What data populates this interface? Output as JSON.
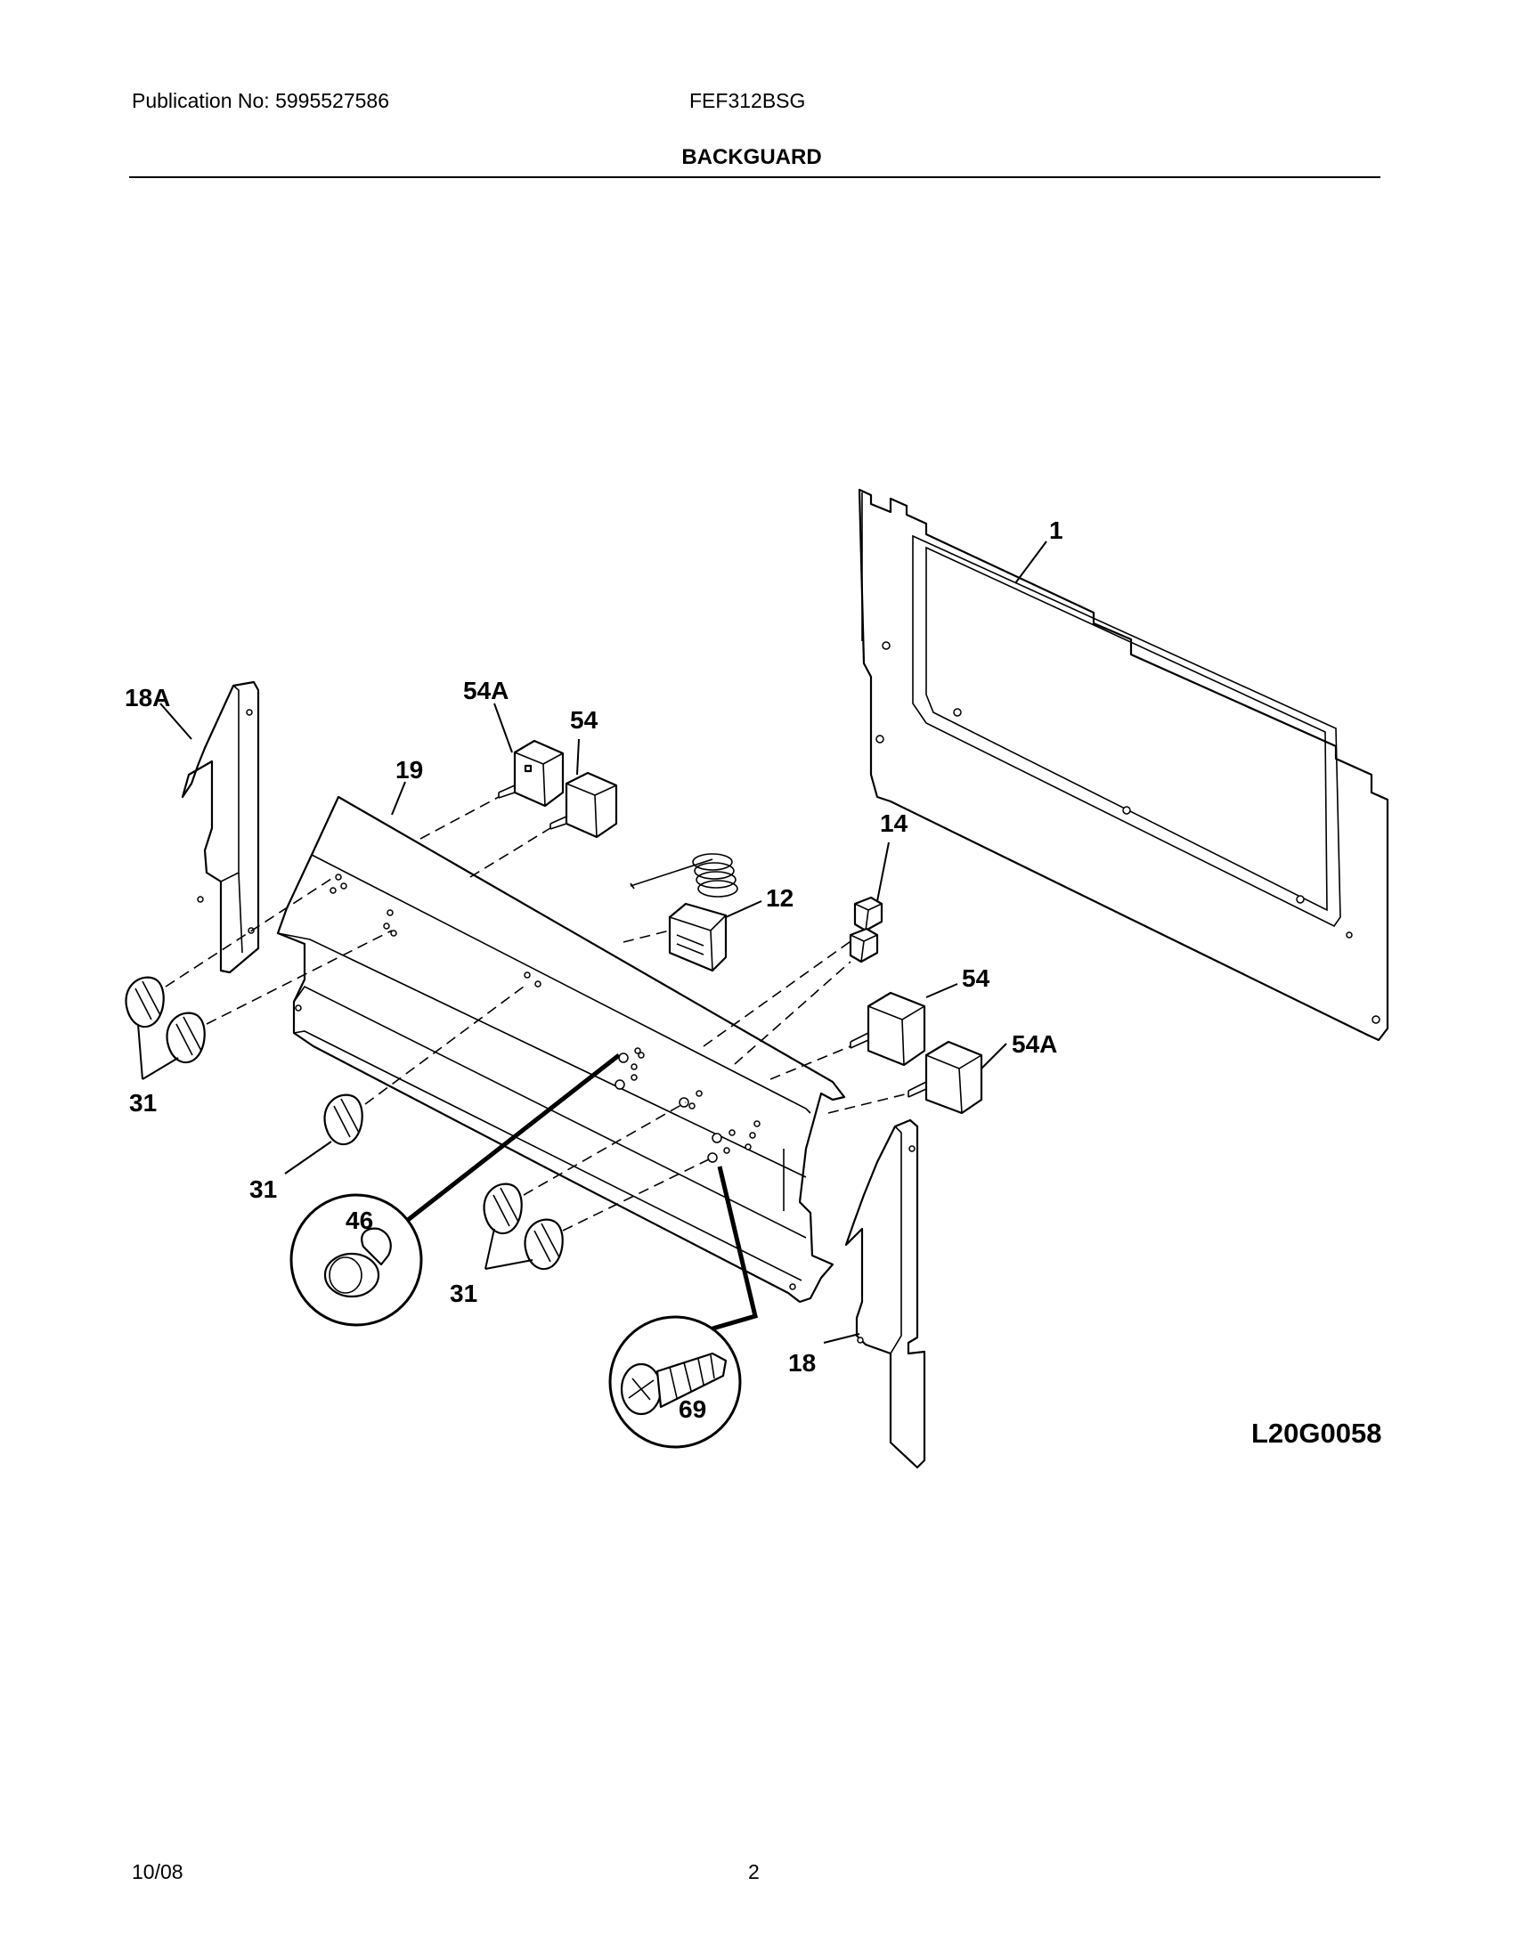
{
  "header": {
    "publication": "Publication No: 5995527586",
    "model": "FEF312BSG",
    "section_title": "BACKGUARD"
  },
  "diagram": {
    "callouts": {
      "p1": "1",
      "p18a": "18A",
      "p54a_top": "54A",
      "p54_top": "54",
      "p19": "19",
      "p14": "14",
      "p12": "12",
      "p54_right": "54",
      "p54a_right": "54A",
      "p31_left": "31",
      "p31_mid": "31",
      "p46": "46",
      "p31_bottom": "31",
      "p69": "69",
      "p18": "18"
    },
    "drawing_code": "L20G0058"
  },
  "footer": {
    "date": "10/08",
    "page": "2"
  }
}
